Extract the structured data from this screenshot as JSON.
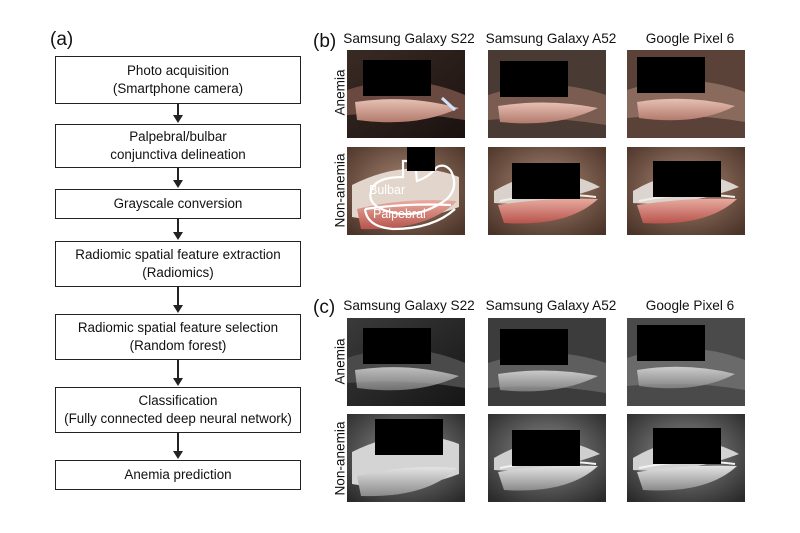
{
  "panels": {
    "a": "(a)",
    "b": "(b)",
    "c": "(c)"
  },
  "flowchart": {
    "steps": [
      {
        "line1": "Photo acquisition",
        "line2": "(Smartphone camera)"
      },
      {
        "line1": "Palpebral/bulbar",
        "line2": "conjunctiva delineation"
      },
      {
        "line1": "Grayscale conversion",
        "line2": ""
      },
      {
        "line1": "Radiomic spatial feature extraction",
        "line2": "(Radiomics)"
      },
      {
        "line1": "Radiomic spatial feature selection",
        "line2": "(Random forest)"
      },
      {
        "line1": "Classification",
        "line2": "(Fully connected deep neural network)"
      },
      {
        "line1": "Anemia prediction",
        "line2": ""
      }
    ]
  },
  "grid_b": {
    "columns": [
      "Samsung Galaxy S22",
      "Samsung Galaxy A52",
      "Google Pixel 6"
    ],
    "rows": [
      "Anemia",
      "Non-anemia"
    ],
    "roi_labels": {
      "bulbar": "Bulbar",
      "palpebral": "Palpebral"
    }
  },
  "grid_c": {
    "columns": [
      "Samsung Galaxy S22",
      "Samsung Galaxy A52",
      "Google Pixel 6"
    ],
    "rows": [
      "Anemia",
      "Non-anemia"
    ]
  },
  "colors": {
    "color_skin": "#8a6a58",
    "color_sclera": "#d9d2cc",
    "color_conjunctiva_anemia": "#d8a89a",
    "color_conjunctiva_normal": "#c96a62",
    "color_gray_skin": "#6e6e6e",
    "color_gray_sclera": "#c8c8c8"
  }
}
